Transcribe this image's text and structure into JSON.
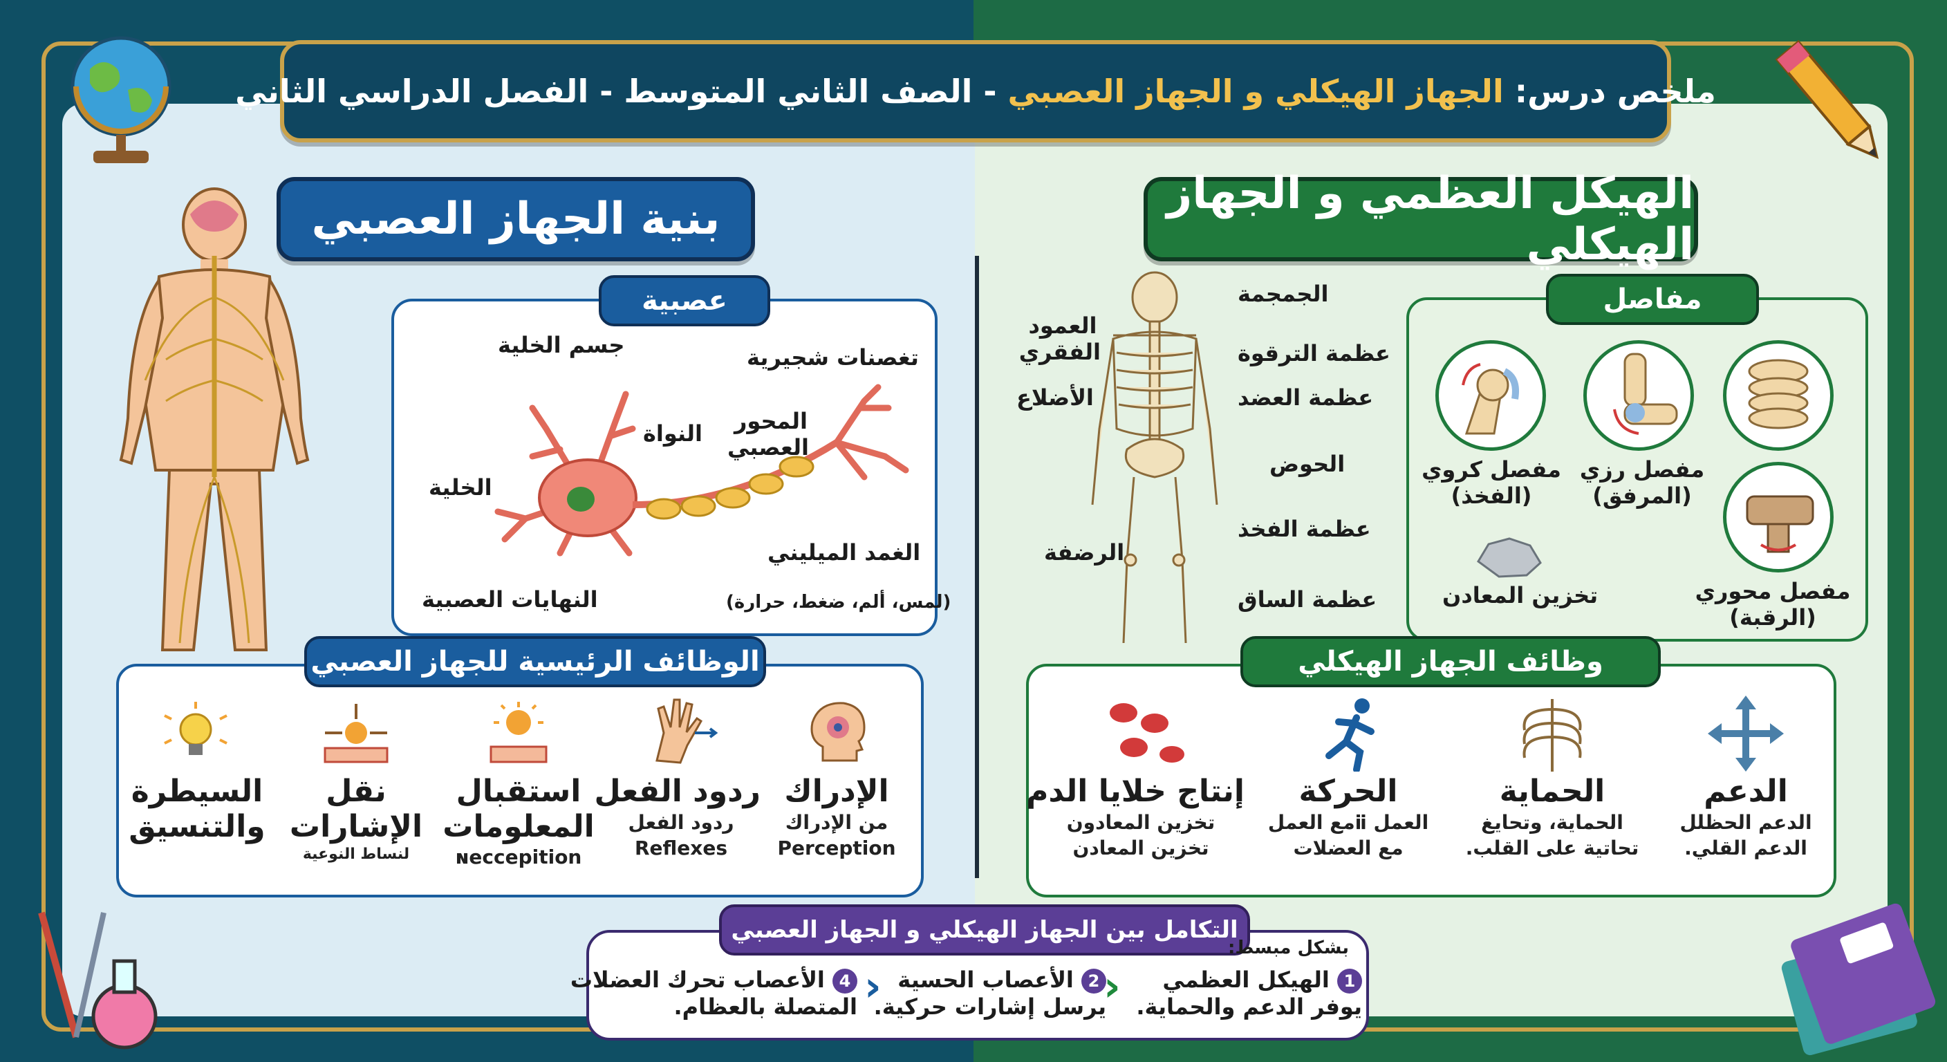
{
  "header": {
    "prefix": "ملخص درس: ",
    "topic": "الجهاز الهيكلي و الجهاز العصبي",
    "suffix": " - الصف الثاني المتوسط - الفصل الدراسي الثاني"
  },
  "nervous": {
    "title": "بنية الجهاز العصبي",
    "neuron_title": "عصبية",
    "neuron_labels": {
      "cell_body": "جسم الخلية",
      "dendrites": "تغصنات شجيرية",
      "nucleus": "النواة",
      "axon": "المحور العصبي",
      "cell": "الخلية",
      "myelin": "الغمد الميليني",
      "endings": "النهايات العصبية",
      "senses": "(لمس، ألم، ضغط، حرارة)"
    },
    "functions_title": "الوظائف الرئيسية للجهاز العصبي",
    "functions": [
      {
        "name": "الإدراك",
        "sub1": "من الإدراك",
        "sub2": "Perception"
      },
      {
        "name": "ردود الفعل",
        "sub1": "ردود الفعل",
        "sub2": "Reflexes"
      },
      {
        "name": "استقبال المعلومات",
        "sub1": "",
        "sub2": "ɴeccepition"
      },
      {
        "name": "نقل الإشارات",
        "sub1": "",
        "sub2": "لنساط النوعية"
      },
      {
        "name": "السيطرة والتنسيق",
        "sub1": "",
        "sub2": ""
      }
    ]
  },
  "skeletal": {
    "title": "الهيكل العظمي و الجهاز الهيكلي",
    "bones": {
      "skull": "الجمجمة",
      "spine": "العمود الفقري",
      "clavicle": "عظمة الترقوة",
      "ribs": "الأضلاع",
      "humerus": "عظمة العضد",
      "pelvis": "الحوض",
      "femur": "عظمة الفخذ",
      "patella": "الرضفة",
      "tibia": "عظمة الساق"
    },
    "joints_title": "مفاصل",
    "joints": {
      "ball": "مفصل كروي (الفخذ)",
      "hinge": "مفصل رزي (المرفق)",
      "pivot": "مفصل محوري (الرقبة)",
      "minerals": "تخزين المعادن"
    },
    "functions_title": "وظائف الجهاز الهيكلي",
    "functions": [
      {
        "name": "الدعم",
        "sub1": "الدعم الحظلل",
        "sub2": "الدعم القلي."
      },
      {
        "name": "الحماية",
        "sub1": "الحماية، وتحايغ",
        "sub2": "تحاتية على القلب."
      },
      {
        "name": "الحركة",
        "sub1": "العمل ⅱمع العمل",
        "sub2": "مع العضلات"
      },
      {
        "name": "إنتاج خلايا الدم",
        "sub1": "تخزين المعادون",
        "sub2": "تخزين المعادن"
      }
    ]
  },
  "integration": {
    "title": "التكامل بين الجهاز الهيكلي و الجهاز العصبي",
    "intro": "بشكل مبسط:",
    "steps": [
      {
        "num": "1",
        "line1": "الهيكل العظمي",
        "line2": "يوفر الدعم والحماية."
      },
      {
        "num": "2",
        "line1": "الأعصاب الحسية",
        "line2": "يرسل إشارات حركية."
      },
      {
        "num": "4",
        "line1": "الأعصاب تحرك العضلات",
        "line2": "المتصلة بالعظام."
      }
    ]
  },
  "colors": {
    "gold": "#c9a24a",
    "blue": "#1a5d9e",
    "green": "#1f7a3c",
    "purple": "#5b3e96"
  }
}
